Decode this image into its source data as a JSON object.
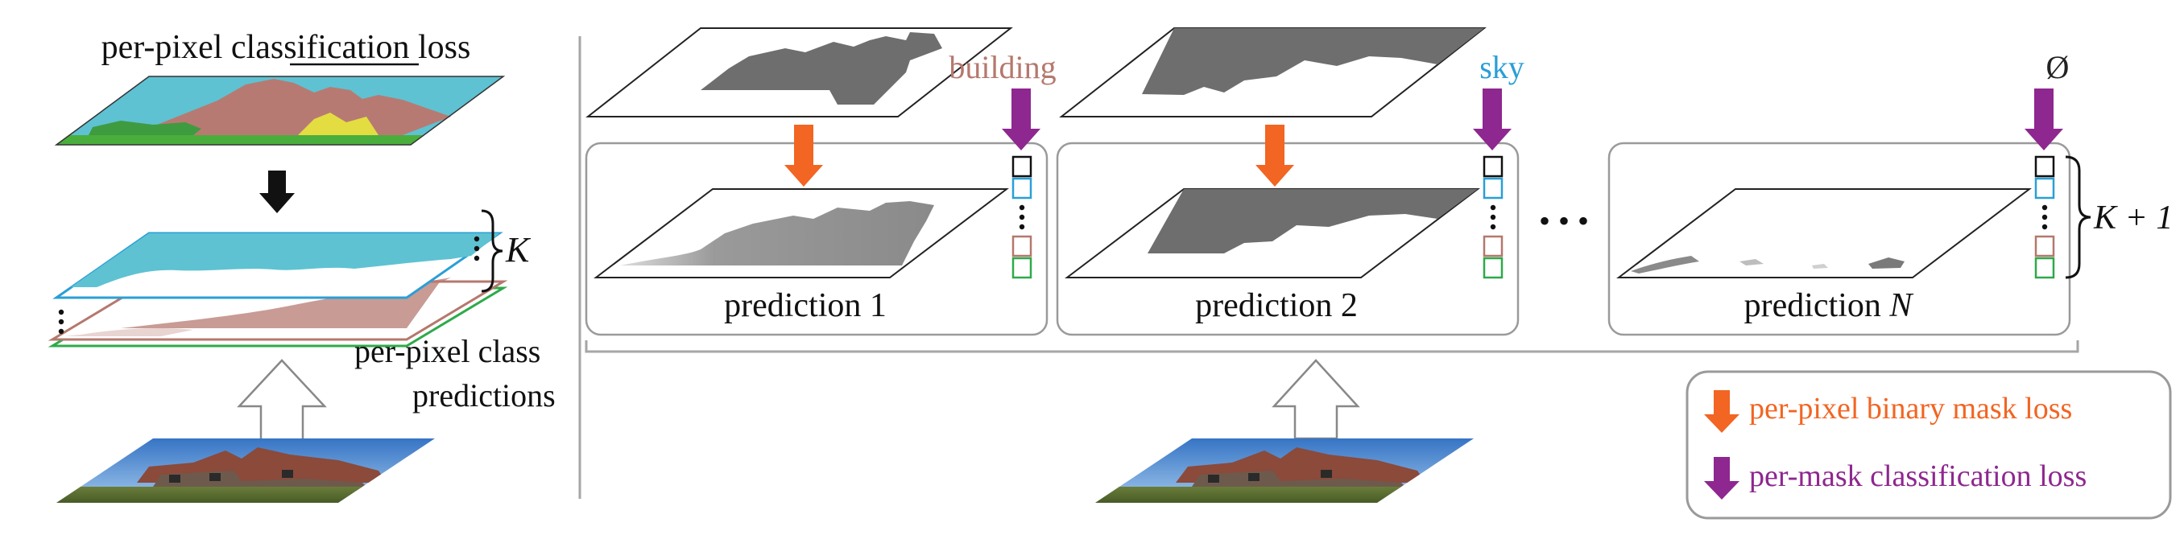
{
  "left": {
    "title": "per-pixel classification loss",
    "predictions_line1": "per-pixel class",
    "predictions_line2": "predictions",
    "k_label": "K"
  },
  "right": {
    "panels": [
      {
        "prefix": "prediction ",
        "index": "1",
        "class_label": "building",
        "class_color": "#b5786d"
      },
      {
        "prefix": "prediction ",
        "index": "2",
        "class_label": "sky",
        "class_color": "#2a9fd6"
      },
      {
        "prefix": "prediction ",
        "index": "N",
        "class_label": "Ø",
        "class_color": "#222222"
      }
    ],
    "ellipsis": "• • •",
    "k1_label": "K + 1"
  },
  "legend": {
    "mask_loss": "per-pixel binary mask loss",
    "class_loss": "per-mask classification loss"
  },
  "colors": {
    "orange": "#f26522",
    "purple": "#8e278f",
    "cyan": "#58c5d8",
    "brown": "#b5786d",
    "green": "#2eaa4a",
    "blue_box": "#2a9fd6",
    "gray_line": "#a6a6a6"
  }
}
